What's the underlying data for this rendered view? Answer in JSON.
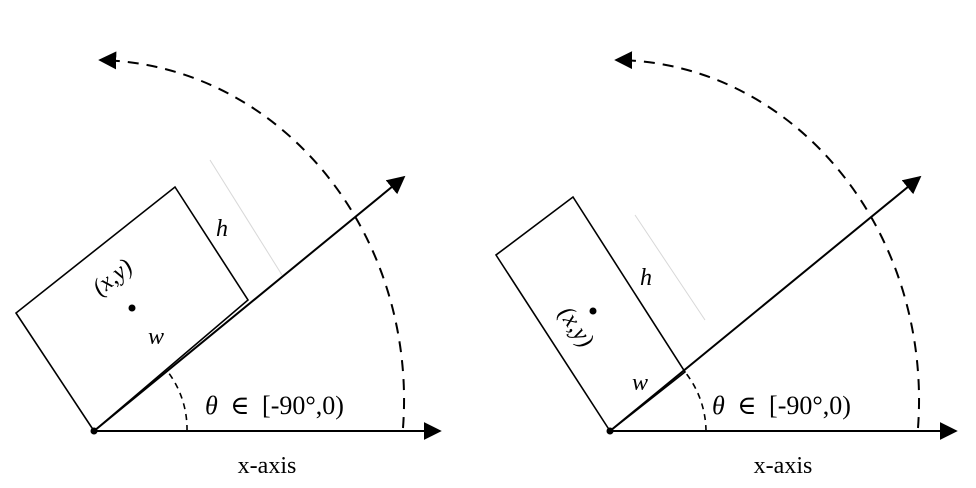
{
  "panels": [
    {
      "id": "left",
      "x_axis_label": "x-axis",
      "center_label": "(x,y)",
      "width_label": "w",
      "height_label": "h",
      "angle_label": {
        "symbol": "θ",
        "relation": "∈",
        "range": "[-90°,0)"
      }
    },
    {
      "id": "right",
      "x_axis_label": "x-axis",
      "center_label": "(x,y)",
      "width_label": "w",
      "height_label": "h",
      "angle_label": {
        "symbol": "θ",
        "relation": "∈",
        "range": "[-90°,0)"
      }
    }
  ],
  "colors": {
    "stroke": "#000000",
    "background": "#ffffff",
    "faint": "#d8d8d8"
  }
}
